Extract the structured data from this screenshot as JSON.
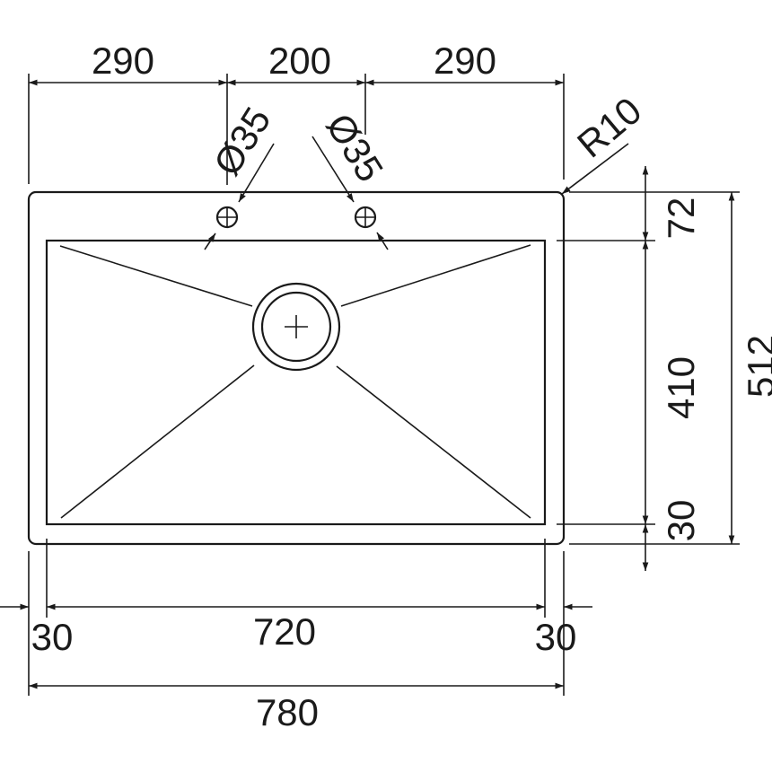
{
  "drawing": {
    "top": {
      "left": "290",
      "middle": "200",
      "right": "290"
    },
    "holes": {
      "left": "Ø35",
      "right": "Ø35"
    },
    "corner_radius": "R10",
    "right_side": {
      "upper": "72",
      "middle": "410",
      "lower": "30",
      "total": "512"
    },
    "bottom": {
      "left": "30",
      "middle": "720",
      "right": "30",
      "total": "780"
    }
  }
}
